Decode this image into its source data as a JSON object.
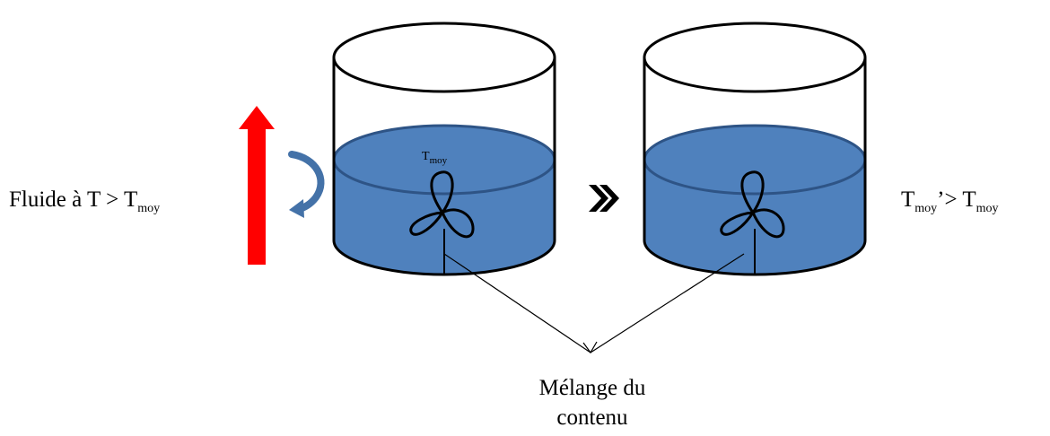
{
  "colors": {
    "liquid": "#4f81bd",
    "liquid_stroke": "#2e5486",
    "hot_arrow": "#ff0000",
    "flow_arrow": "#4472a8",
    "outline": "#000000"
  },
  "labels": {
    "inlet_prefix": "Fluide à T > T",
    "inlet_sub": "moy",
    "tank_temp_main": "T",
    "tank_temp_sub": "moy",
    "result_t1": "T",
    "result_sub1": "moy",
    "result_mid": "’> T",
    "result_sub2": "moy",
    "mixing_line1": "Mélange du",
    "mixing_line2": "contenu"
  },
  "icons": {
    "hot_arrow": "arrow-up-icon",
    "inflow": "curved-arrow-icon",
    "transition": "double-chevron-right-icon",
    "mixer": "propeller-icon"
  }
}
